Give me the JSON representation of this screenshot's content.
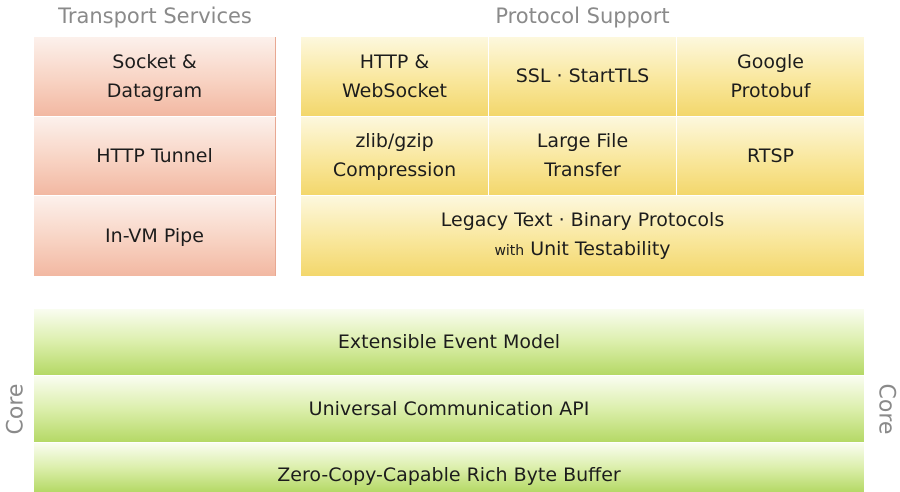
{
  "headings": {
    "transport": "Transport Services",
    "protocol": "Protocol Support"
  },
  "transport": [
    {
      "line1": "Socket &",
      "line2": "Datagram"
    },
    {
      "line1": "HTTP Tunnel"
    },
    {
      "line1": "In-VM Pipe"
    }
  ],
  "protocol": {
    "row1": [
      {
        "line1": "HTTP &",
        "line2": "WebSocket"
      },
      {
        "line1": "SSL · StartTLS"
      },
      {
        "line1": "Google",
        "line2": "Protobuf"
      }
    ],
    "row2": [
      {
        "line1": "zlib/gzip",
        "line2": "Compression"
      },
      {
        "line1": "Large File",
        "line2": "Transfer"
      },
      {
        "line1": "RTSP"
      }
    ],
    "legacy": {
      "line1": "Legacy Text · Binary Protocols",
      "prefix": "with",
      "suffix": "Unit Testability"
    }
  },
  "core": {
    "label": "Core",
    "layers": [
      "Extensible Event Model",
      "Universal Communication API",
      "Zero-Copy-Capable Rich Byte Buffer"
    ]
  }
}
